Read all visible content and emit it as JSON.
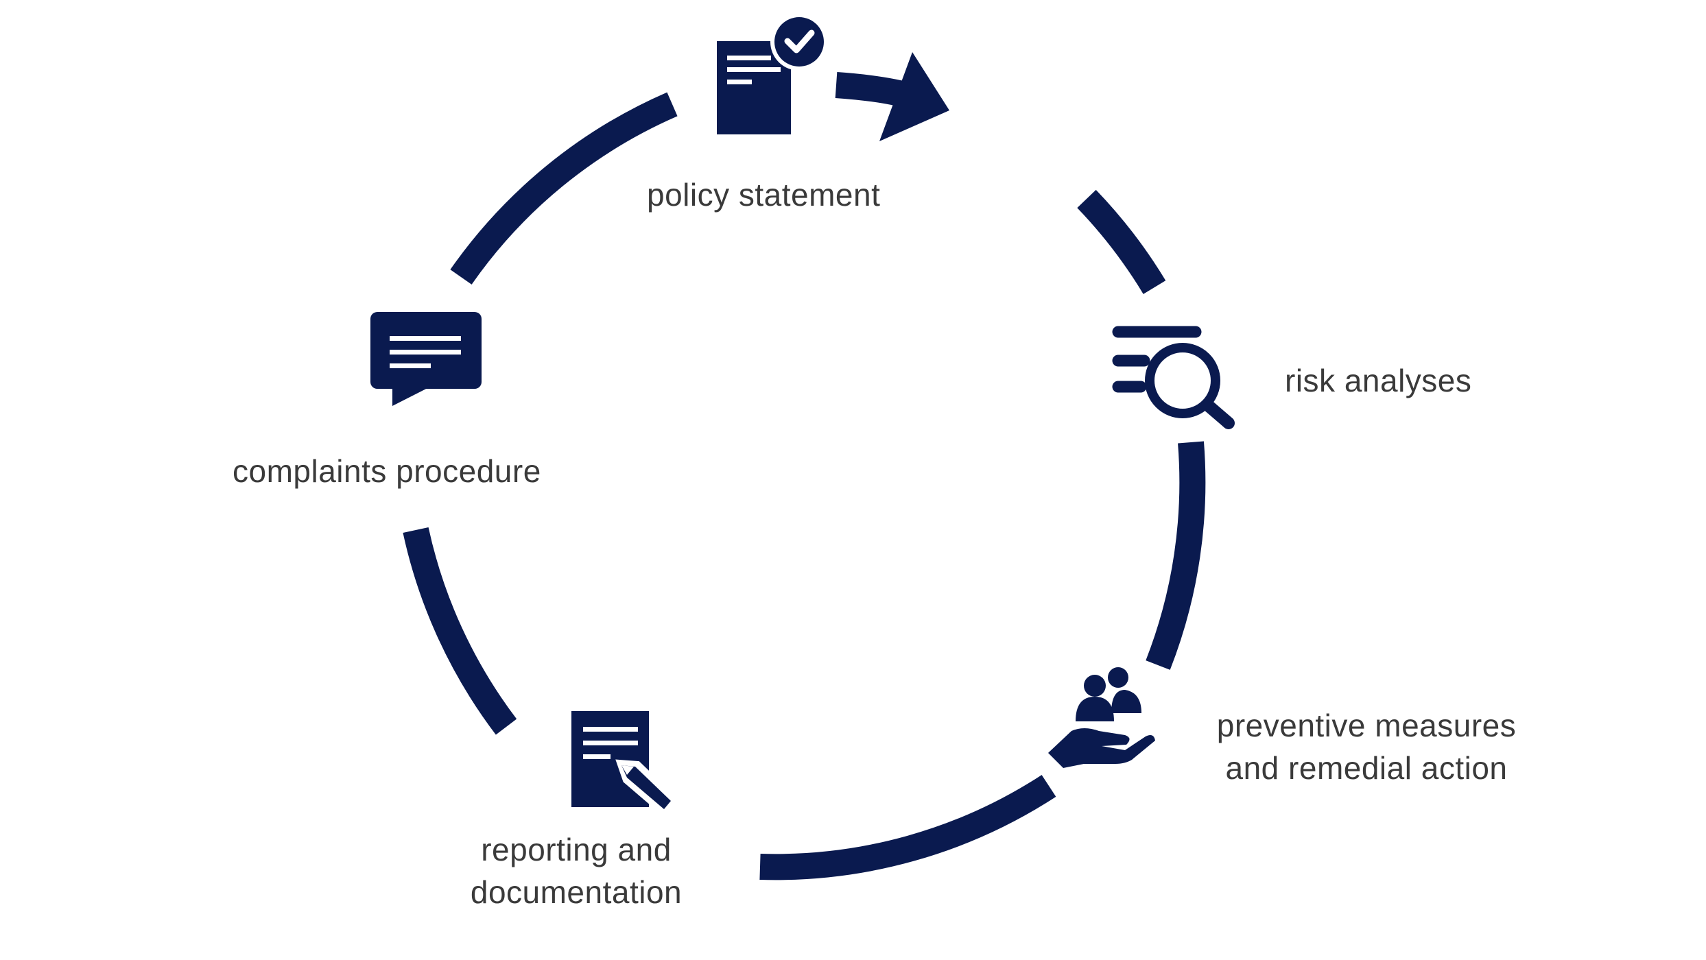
{
  "colors": {
    "accent": "#0a1a4f",
    "text": "#3a3a3a",
    "background": "#ffffff"
  },
  "steps": [
    {
      "icon": "document-check-icon",
      "lines": [
        "policy statement"
      ]
    },
    {
      "icon": "magnifier-list-icon",
      "lines": [
        "risk analyses"
      ]
    },
    {
      "icon": "hand-people-icon",
      "lines": [
        "preventive measures",
        "and remedial action"
      ]
    },
    {
      "icon": "document-pen-icon",
      "lines": [
        "reporting and",
        "documentation"
      ]
    },
    {
      "icon": "speech-bubble-icon",
      "lines": [
        "complaints procedure"
      ]
    }
  ]
}
